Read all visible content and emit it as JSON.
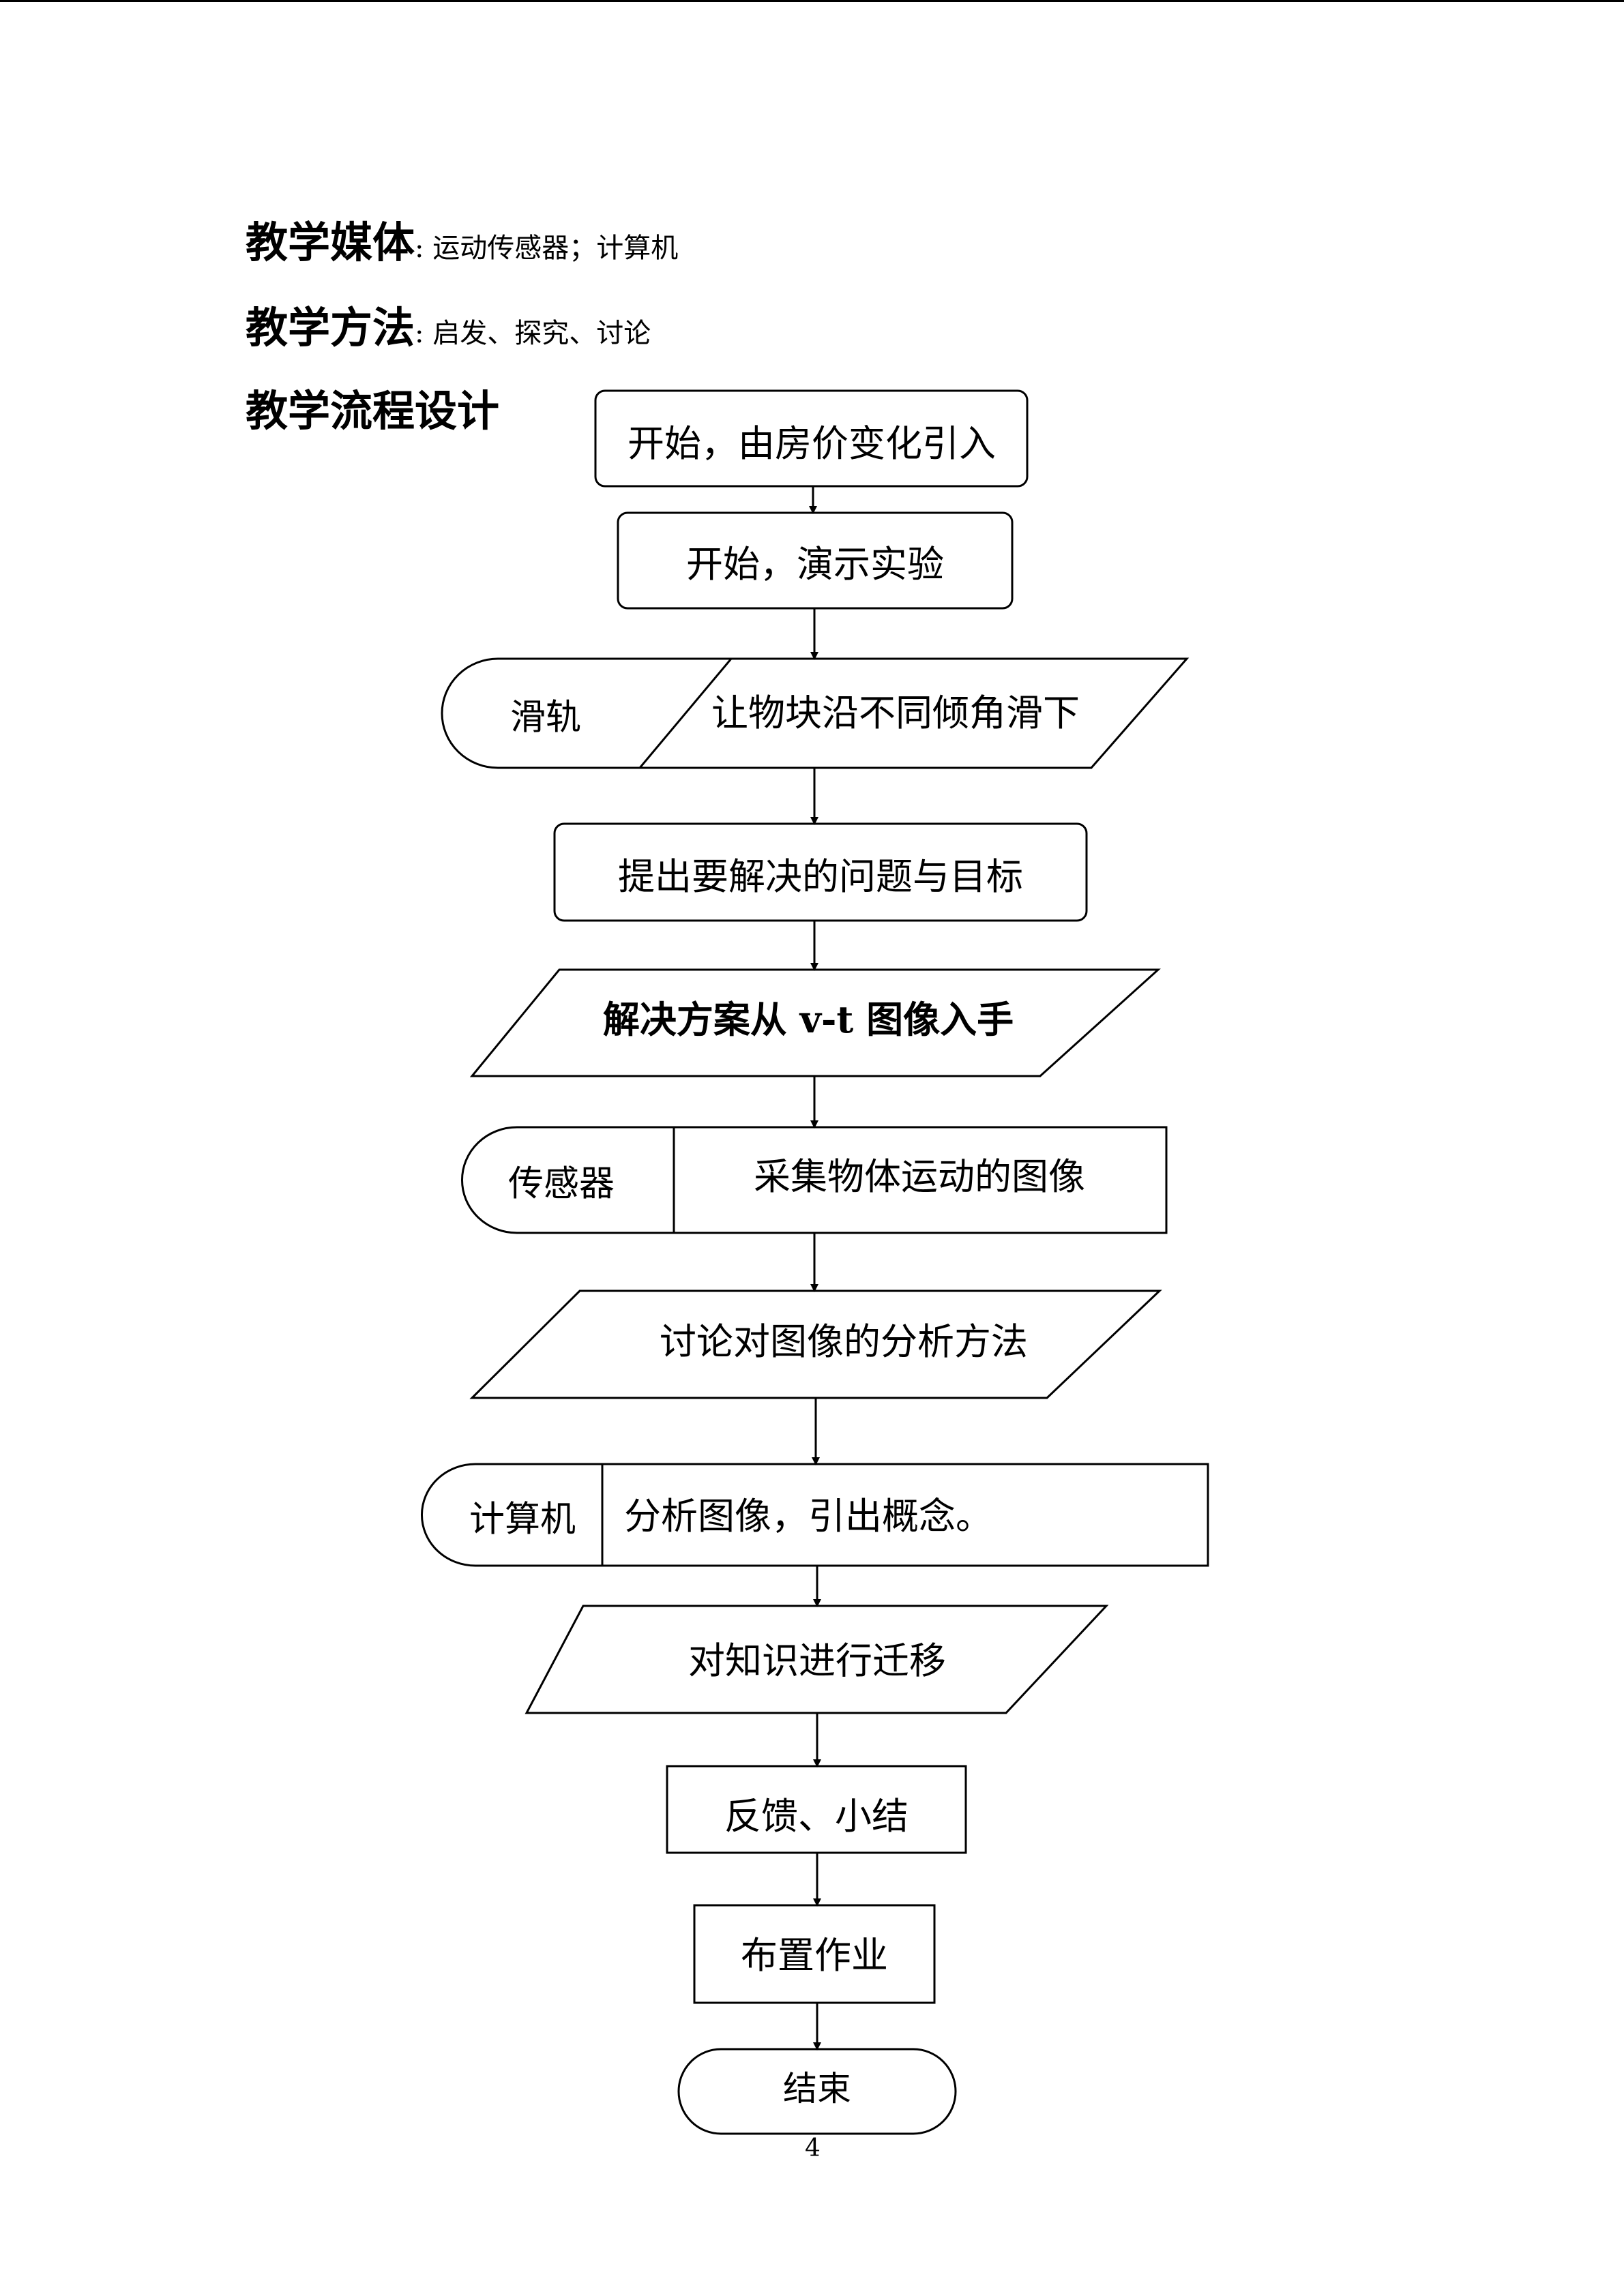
{
  "headings": {
    "media_label": "教学媒体",
    "media_value": ": 运动传感器；计算机",
    "method_label": "教学方法",
    "method_value": ": 启发、探究、讨论",
    "flow_label": "教学流程设计"
  },
  "flowchart": {
    "nodes": [
      {
        "id": "start",
        "text": "开始，由房价变化引入"
      },
      {
        "id": "demo",
        "text": "开始，演示实验"
      },
      {
        "id": "slide",
        "tag": "滑轨",
        "text": "让物块沿不同倾角滑下"
      },
      {
        "id": "problem",
        "text": "提出要解决的问题与目标"
      },
      {
        "id": "plan",
        "text": "解决方案从 v-t 图像入手"
      },
      {
        "id": "sensor",
        "tag": "传感器",
        "text": "采集物体运动的图像"
      },
      {
        "id": "discuss",
        "text": "讨论对图像的分析方法"
      },
      {
        "id": "computer",
        "tag": "计算机",
        "text": "分析图像，引出概念。"
      },
      {
        "id": "transfer",
        "text": "对知识进行迁移"
      },
      {
        "id": "feedback",
        "text": "反馈、小结"
      },
      {
        "id": "homework",
        "text": "布置作业"
      },
      {
        "id": "end",
        "text": "结束"
      }
    ]
  },
  "page_number": "4"
}
